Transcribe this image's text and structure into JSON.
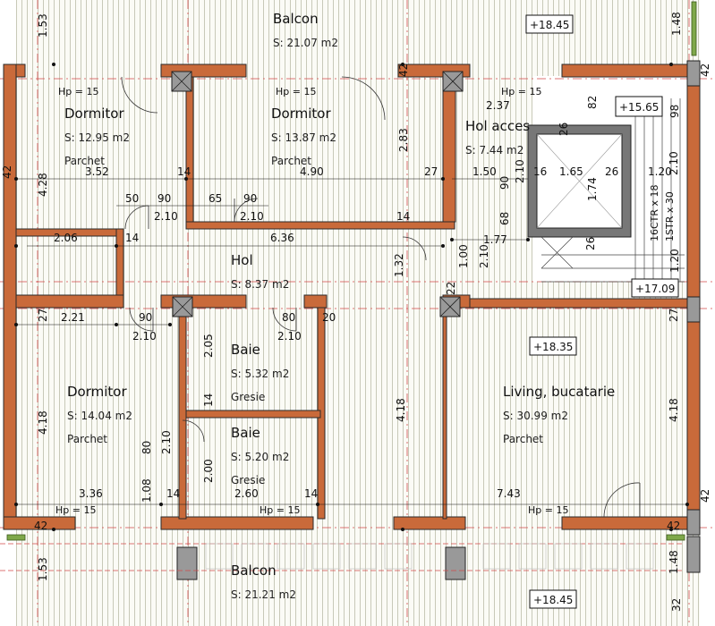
{
  "rooms": {
    "balcon_top": {
      "name": "Balcon",
      "area": "S: 21.07 m2"
    },
    "dorm1": {
      "name": "Dormitor",
      "area": "S: 12.95 m2",
      "floor": "Parchet"
    },
    "dorm2": {
      "name": "Dormitor",
      "area": "S: 13.87 m2",
      "floor": "Parchet"
    },
    "hol_acces": {
      "name": "Hol acces",
      "area": "S: 7.44 m2"
    },
    "hol": {
      "name": "Hol",
      "area": "S: 8.37 m2"
    },
    "dorm3": {
      "name": "Dormitor",
      "area": "S: 14.04 m2",
      "floor": "Parchet"
    },
    "baie1": {
      "name": "Baie",
      "area": "S: 5.32 m2",
      "floor": "Gresie"
    },
    "baie2": {
      "name": "Baie",
      "area": "S: 5.20 m2",
      "floor": "Gresie"
    },
    "living": {
      "name": "Living, bucatarie",
      "area": "S: 30.99 m2",
      "floor": "Parchet"
    },
    "balcon_bottom": {
      "name": "Balcon",
      "area": "S: 21.21 m2"
    }
  },
  "levels": {
    "top_balcony": "+18.45",
    "stair_top": "+15.65",
    "stair_landing": "+17.09",
    "living": "+18.35",
    "bottom_balcony": "+18.45"
  },
  "hp": "Hp = 15",
  "stair": {
    "steps": "16CTR x 18",
    "steps2": "1STR x 30"
  },
  "dimensions": {
    "d153": "1.53",
    "d148": "1.48",
    "d42": "42",
    "d428": "4.28",
    "d352": "3.52",
    "d14": "14",
    "d490": "4.90",
    "d283": "2.83",
    "d27": "27",
    "d237": "2.37",
    "d82": "82",
    "d98": "98",
    "d26": "26",
    "d165": "1.65",
    "d150": "1.50",
    "d210": "2.10",
    "d16": "16",
    "d90": "90",
    "d120": "1.20",
    "d174": "1.74",
    "d50": "50",
    "d65": "65",
    "d206": "2.06",
    "d636": "6.36",
    "d68": "68",
    "d177": "1.77",
    "d132": "1.32",
    "d100": "1.00",
    "d221": "2.21",
    "d80": "80",
    "d20": "20",
    "d205": "2.05",
    "d418": "4.18",
    "d336": "3.36",
    "d108": "1.08",
    "d200": "2.00",
    "d260": "2.60",
    "d743": "7.43",
    "d32": "32",
    "d22": "22"
  },
  "colors": {
    "wall": "#c96a3a",
    "wall_edge": "#2a2a2a",
    "hatch": "#c9c9b8",
    "green": "#7fa84a",
    "axis": "#d24a4a"
  }
}
